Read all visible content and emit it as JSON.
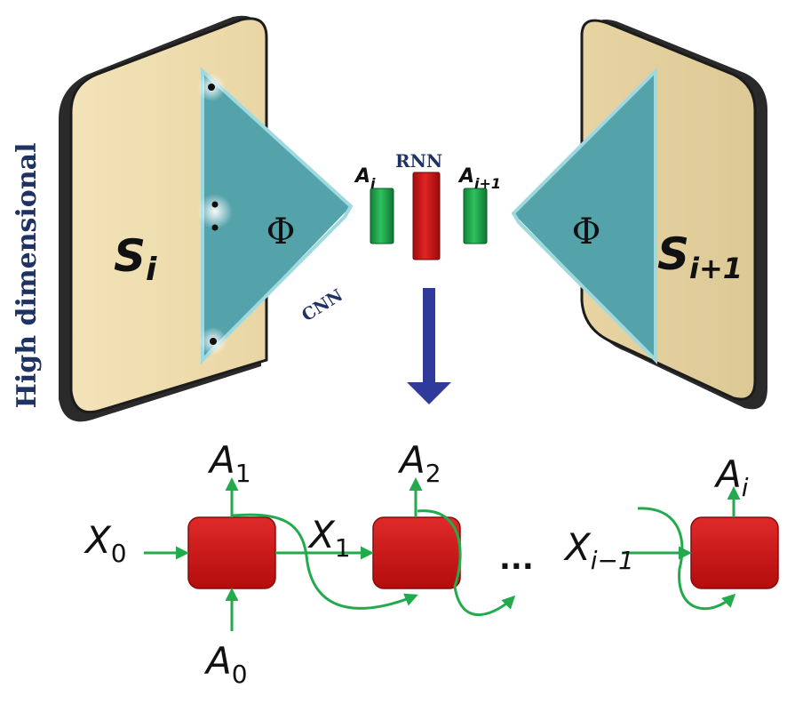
{
  "side_label": "High dimensional",
  "state_left": {
    "base": "S",
    "sub": "i"
  },
  "state_right": {
    "base": "S",
    "sub": "i+1"
  },
  "phi_left": "Φ",
  "phi_right": "Φ",
  "cnn_label": "CNN",
  "rnn_label": "RNN",
  "action_left": {
    "base": "A",
    "sub": "i"
  },
  "action_right": {
    "base": "A",
    "sub": "i+1"
  },
  "rnn_chain": {
    "outputs": [
      {
        "base": "A",
        "sub": "1"
      },
      {
        "base": "A",
        "sub": "2"
      },
      {
        "base": "A",
        "sub": "i"
      }
    ],
    "inputs": [
      {
        "base": "X",
        "sub": "0"
      },
      {
        "base": "X",
        "sub": "1"
      },
      {
        "base": "X",
        "sub": "i−1"
      }
    ],
    "initial": {
      "base": "A",
      "sub": "0"
    },
    "ellipsis": "..."
  },
  "colors": {
    "panel_fill": "#efdcaa",
    "panel_border": "#1c1c1c",
    "triangle": "#54a2aa",
    "triangle_edge": "#9fd9e0",
    "cell_red": "#cc1212",
    "rnn_green": "#1ea24a",
    "arrow_green": "#22aa4c",
    "label_navy": "#1f3264",
    "down_arrow": "#303a9a"
  }
}
